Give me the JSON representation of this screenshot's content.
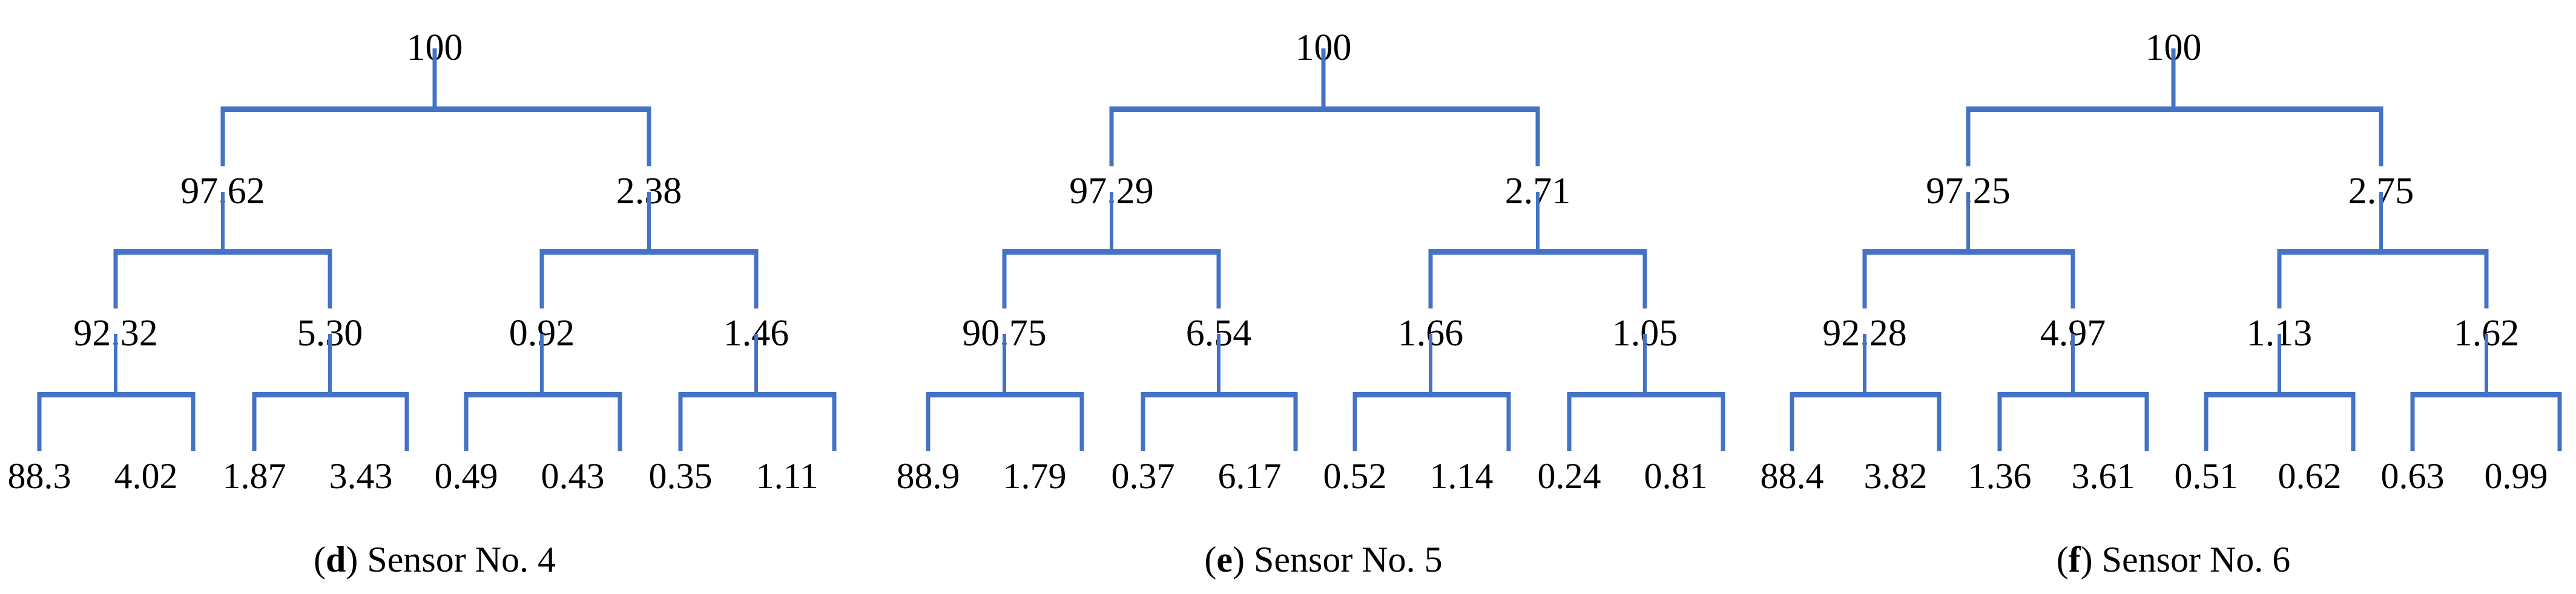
{
  "figure": {
    "kind": "wavelet-packet-energy-decomposition-trees",
    "panel_count": 3,
    "line_color": "#4472C4",
    "text_color": "#000000",
    "background": "#ffffff"
  },
  "chart_data": {
    "type": "diagram",
    "subtype": "binary-decomposition-tree",
    "title": "",
    "units": "percent",
    "levels": [
      "root",
      "level-1",
      "level-2",
      "level-3"
    ],
    "panels": [
      {
        "id": "panel-d",
        "caption_letter": "d",
        "caption_text": "Sensor No. 4",
        "root": "100",
        "level1": [
          "97.62",
          "2.38"
        ],
        "level2": [
          "92.32",
          "5.30",
          "0.92",
          "1.46"
        ],
        "level3": [
          "88.3",
          "4.02",
          "1.87",
          "3.43",
          "0.49",
          "0.43",
          "0.35",
          "1.11"
        ]
      },
      {
        "id": "panel-e",
        "caption_letter": "e",
        "caption_text": "Sensor No. 5",
        "root": "100",
        "level1": [
          "97.29",
          "2.71"
        ],
        "level2": [
          "90.75",
          "6.54",
          "1.66",
          "1.05"
        ],
        "level3": [
          "88.9",
          "1.79",
          "0.37",
          "6.17",
          "0.52",
          "1.14",
          "0.24",
          "0.81"
        ]
      },
      {
        "id": "panel-f",
        "caption_letter": "f",
        "caption_text": "Sensor No. 6",
        "root": "100",
        "level1": [
          "97.25",
          "2.75"
        ],
        "level2": [
          "92.28",
          "4.97",
          "1.13",
          "1.62"
        ],
        "level3": [
          "88.4",
          "3.82",
          "1.36",
          "3.61",
          "0.51",
          "0.62",
          "0.63",
          "0.99"
        ]
      }
    ]
  },
  "panels": [
    {
      "caption_prefix": "(",
      "caption_letter": "d",
      "caption_suffix": ") Sensor No. 4",
      "nodes": {
        "root": "100",
        "l1_0": "97.62",
        "l1_1": "2.38",
        "l2_0": "92.32",
        "l2_1": "5.30",
        "l2_2": "0.92",
        "l2_3": "1.46",
        "l3_0": "88.3",
        "l3_1": "4.02",
        "l3_2": "1.87",
        "l3_3": "3.43",
        "l3_4": "0.49",
        "l3_5": "0.43",
        "l3_6": "0.35",
        "l3_7": "1.11"
      }
    },
    {
      "caption_prefix": "(",
      "caption_letter": "e",
      "caption_suffix": ") Sensor No. 5",
      "nodes": {
        "root": "100",
        "l1_0": "97.29",
        "l1_1": "2.71",
        "l2_0": "90.75",
        "l2_1": "6.54",
        "l2_2": "1.66",
        "l2_3": "1.05",
        "l3_0": "88.9",
        "l3_1": "1.79",
        "l3_2": "0.37",
        "l3_3": "6.17",
        "l3_4": "0.52",
        "l3_5": "1.14",
        "l3_6": "0.24",
        "l3_7": "0.81"
      }
    },
    {
      "caption_prefix": "(",
      "caption_letter": "f",
      "caption_suffix": ") Sensor No. 6",
      "nodes": {
        "root": "100",
        "l1_0": "97.25",
        "l1_1": "2.75",
        "l2_0": "92.28",
        "l2_1": "4.97",
        "l2_2": "1.13",
        "l2_3": "1.62",
        "l3_0": "88.4",
        "l3_1": "3.82",
        "l3_2": "1.36",
        "l3_3": "3.61",
        "l3_4": "0.51",
        "l3_5": "0.62",
        "l3_6": "0.63",
        "l3_7": "0.99"
      }
    }
  ]
}
